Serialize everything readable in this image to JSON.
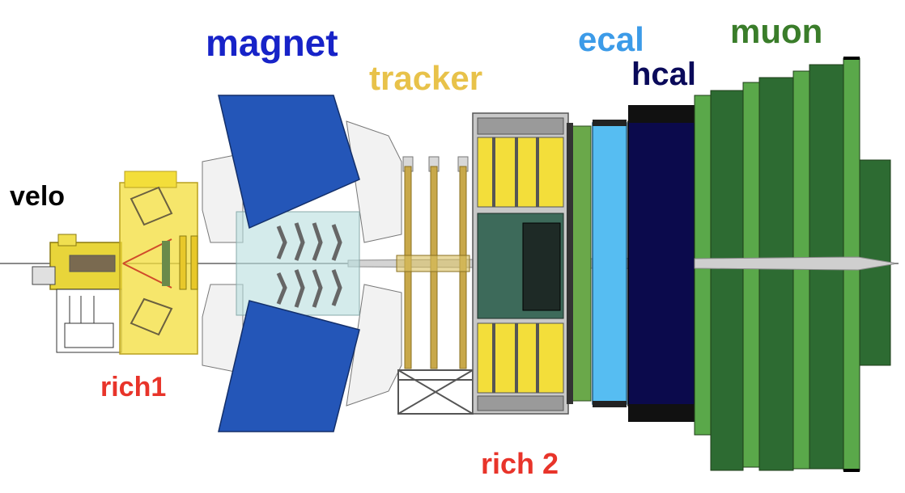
{
  "labels": {
    "velo": {
      "text": "velo",
      "color": "#000000"
    },
    "rich1": {
      "text": "rich1",
      "color": "#e8342a"
    },
    "magnet": {
      "text": "magnet",
      "color": "#1723c8"
    },
    "tracker": {
      "text": "tracker",
      "color": "#e8c24a"
    },
    "rich2": {
      "text": "rich 2",
      "color": "#e8342a"
    },
    "ecal": {
      "text": "ecal",
      "color": "#3c9be8"
    },
    "hcal": {
      "text": "hcal",
      "color": "#0a0a5a"
    },
    "muon": {
      "text": "muon",
      "color": "#3a7d2a"
    }
  },
  "colors": {
    "magnet_fill": "#2456b8",
    "rich_yellow": "#f3de3a",
    "ecal_fill": "#56bdf2",
    "hcal_fill": "#0b0a4c",
    "muon_light": "#5aa84a",
    "muon_dark": "#2d6b32",
    "steel_gray": "#9a9a9a",
    "beam_pipe": "#c8c8c8"
  }
}
